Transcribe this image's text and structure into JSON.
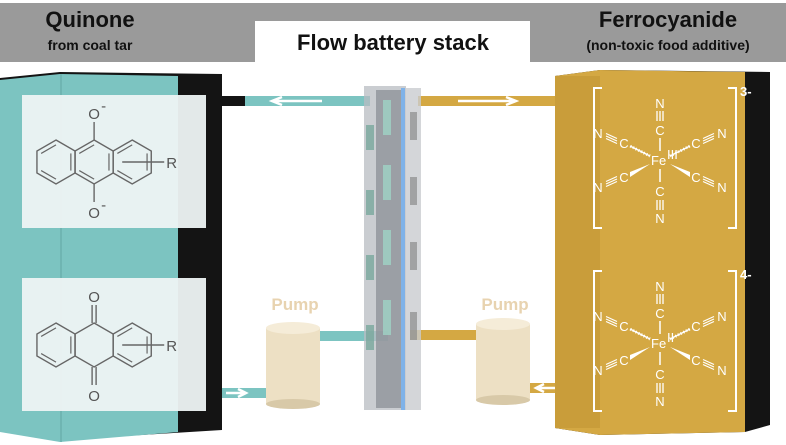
{
  "header": {
    "left_title": "Quinone",
    "left_subtitle": "from coal tar",
    "center_title": "Flow battery stack",
    "right_title": "Ferrocyanide",
    "right_subtitle": "(non-toxic food additive)"
  },
  "quinone": {
    "reduced": {
      "oxygen": "O",
      "charge": "-",
      "substituent": "R"
    },
    "oxidized": {
      "oxygen": "O",
      "substituent": "R"
    }
  },
  "ferrocyanide": {
    "upper": {
      "metal": "Fe",
      "oxidation": "III",
      "charge": "3-"
    },
    "lower": {
      "metal": "Fe",
      "oxidation": "II",
      "charge": "4-"
    },
    "carbon": "C",
    "nitrogen": "N"
  },
  "pumps": {
    "left_label": "Pump",
    "right_label": "Pump"
  },
  "colors": {
    "header_gray": "#9a9a9a",
    "quinone_teal": "#7cc4c1",
    "ferro_gold": "#d4a843",
    "tank_shadow": "#141414",
    "pump_beige": "#ede0c4",
    "membrane_blue": "#7fb2e8"
  }
}
